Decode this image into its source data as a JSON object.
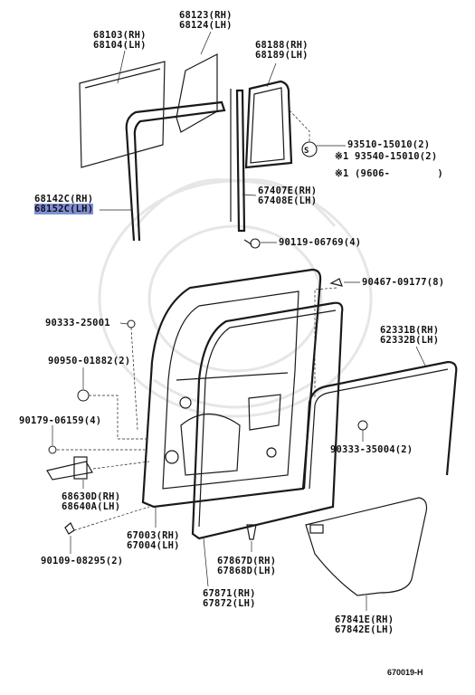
{
  "labels": {
    "l68103": "68103(RH)",
    "l68104": "68104(LH)",
    "l68123": "68123(RH)",
    "l68124": "68124(LH)",
    "l68188": "68188(RH)",
    "l68189": "68189(LH)",
    "l68142c": "68142C(RH)",
    "l68152c": "68152C(LH)",
    "l67407e": "67407E(RH)",
    "l67408e": "67408E(LH)",
    "l93510": "93510-15010(2)",
    "s_mark": "S",
    "l93540": "※1 93540-15010(2)",
    "l9606": "※1 (9606-        )",
    "l90119": "90119-06769(4)",
    "l90467": "90467-09177(8)",
    "l90333a": "90333-25001",
    "l90950": "90950-01882(2)",
    "l90179": "90179-06159(4)",
    "l62331b": "62331B(RH)",
    "l62332b": "62332B(LH)",
    "l90333b": "90333-35004(2)",
    "l68630d": "68630D(RH)",
    "l68640a": "68640A(LH)",
    "l67003": "67003(RH)",
    "l67004": "67004(LH)",
    "l67867d": "67867D(RH)",
    "l67868d": "67868D(LH)",
    "l90109": "90109-08295(2)",
    "l67871": "67871(RH)",
    "l67872": "67872(LH)",
    "l67841e": "67841E(RH)",
    "l67842e": "67842E(LH)",
    "figure_code": "670019-H"
  },
  "highlight_color": "#7f8fd6"
}
